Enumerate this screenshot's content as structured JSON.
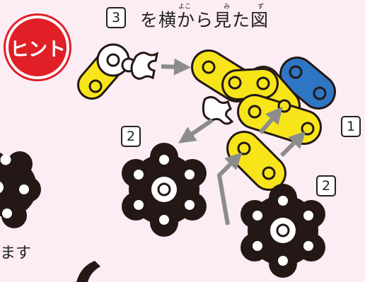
{
  "hint_badge": {
    "label": "ヒント",
    "color": "#e11f26"
  },
  "heading": {
    "step_number": "3",
    "text": "を横から見た図",
    "ruby_yoko": "よこ",
    "ruby_mi": "み",
    "ruby_zu": "ず"
  },
  "step_labels": {
    "one": "1",
    "two_left": "2",
    "two_right": "2"
  },
  "bottom_fragment": "ます",
  "colors": {
    "yellow_link": "#f7e51a",
    "blue_link": "#2e76c4",
    "black_gear": "#231815",
    "arrow_gray": "#8c8c8c"
  }
}
